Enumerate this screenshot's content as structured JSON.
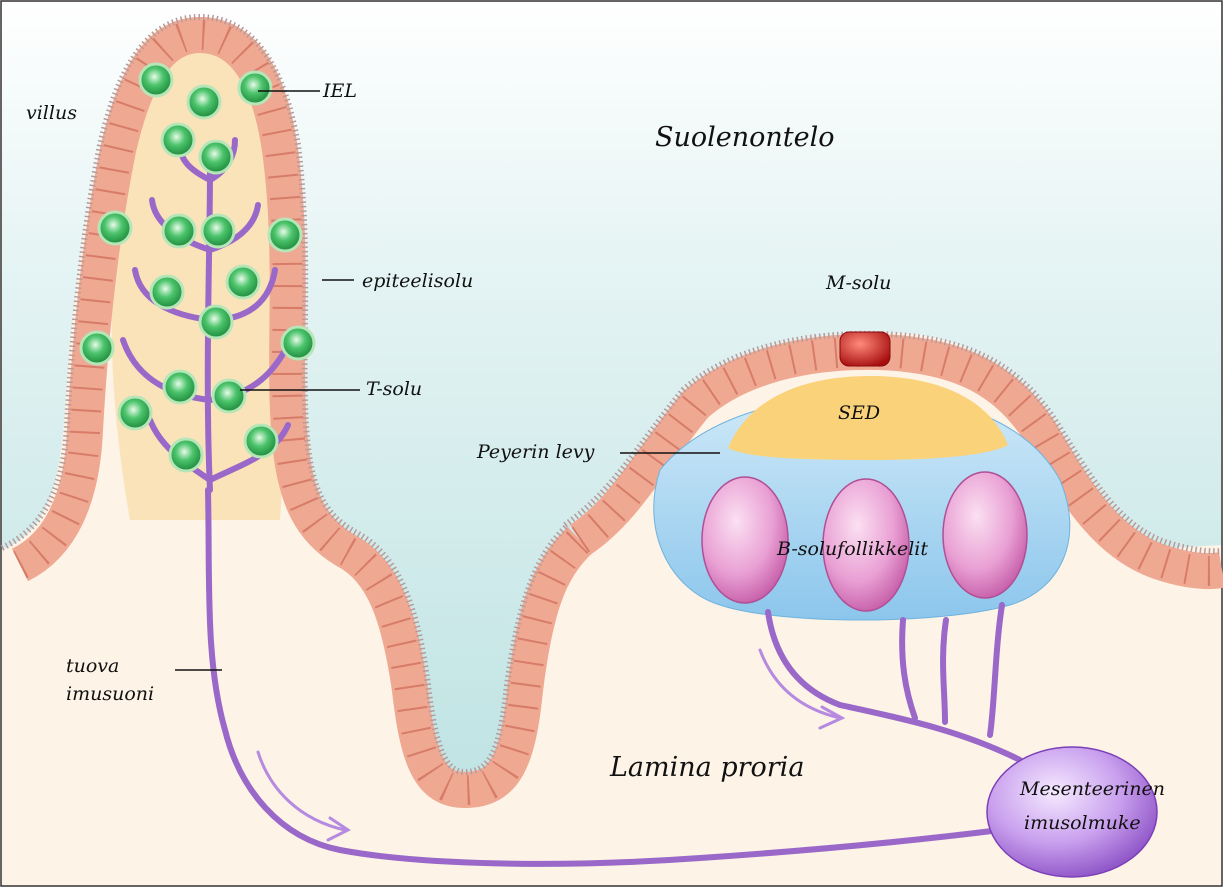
{
  "diagram": {
    "labels": {
      "villus": "villus",
      "iel": "IEL",
      "suolenontelo": "Suolenontelo",
      "epiteelisolu": "epiteelisolu",
      "m_solu": "M-solu",
      "t_solu": "T-solu",
      "sed": "SED",
      "peyerin_levy": "Peyerin levy",
      "b_solufollikkelit": "B-solufollikkelit",
      "tuova_line1": "tuova",
      "tuova_line2": "imusuoni",
      "lamina_propria": "Lamina proria",
      "mes_line1": "Mesenteerinen",
      "mes_line2": "imusolmuke"
    },
    "colors": {
      "lumen": "#d3ecec",
      "lamina_propria": "#fbead6",
      "epithelium": "#efa892",
      "cell_nucleus": "#e38a78",
      "microvilli": "#c8a0a0",
      "villus_core": "#fbe3b8",
      "lymph_vessel": "#9a68c8",
      "t_cell": "#39b35a",
      "m_cell": "#c41f1f",
      "sed": "#fad27a",
      "peyer_dome": "#9ccfee",
      "b_follicle": "#e089c6",
      "lymph_node": "#a06ad2"
    }
  }
}
